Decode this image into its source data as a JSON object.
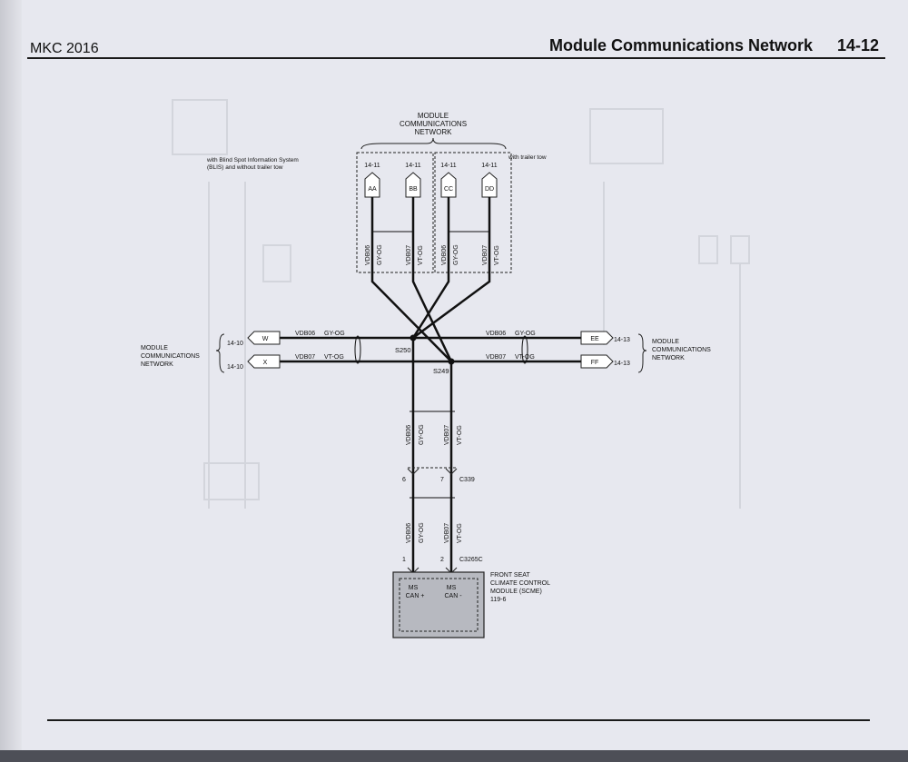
{
  "header": {
    "model": "MKC 2016",
    "section_title": "Module Communications Network",
    "page_number": "14-12"
  },
  "diagram": {
    "top_network_label": [
      "MODULE",
      "COMMUNICATIONS",
      "NETWORK"
    ],
    "left_network_label": [
      "MODULE",
      "COMMUNICATIONS",
      "NETWORK"
    ],
    "right_network_label": [
      "MODULE",
      "COMMUNICATIONS",
      "NETWORK"
    ],
    "blis_note": [
      "with Blind Spot Information System",
      "(BLIS) and without trailer tow"
    ],
    "trailer_note": "with trailer tow",
    "top_connectors": [
      {
        "page": "14-11",
        "id": "AA",
        "circuit": "VDB06",
        "color": "GY-OG"
      },
      {
        "page": "14-11",
        "id": "BB",
        "circuit": "VDB07",
        "color": "VT-OG"
      },
      {
        "page": "14-11",
        "id": "CC",
        "circuit": "VDB06",
        "color": "GY-OG"
      },
      {
        "page": "14-11",
        "id": "DD",
        "circuit": "VDB07",
        "color": "VT-OG"
      }
    ],
    "left_connectors": [
      {
        "page": "14-10",
        "id": "W",
        "circuit": "VDB06",
        "color": "GY-OG"
      },
      {
        "page": "14-10",
        "id": "X",
        "circuit": "VDB07",
        "color": "VT-OG"
      }
    ],
    "right_connectors": [
      {
        "page": "14-13",
        "id": "EE",
        "circuit": "VDB06",
        "color": "GY-OG"
      },
      {
        "page": "14-13",
        "id": "FF",
        "circuit": "VDB07",
        "color": "VT-OG"
      }
    ],
    "splices": [
      "S250",
      "S249"
    ],
    "bus_circuits": [
      {
        "circuit": "VDB06",
        "color": "GY-OG"
      },
      {
        "circuit": "VDB07",
        "color": "VT-OG"
      }
    ],
    "connector_c339": {
      "name": "C339",
      "pin_a": "6",
      "pin_b": "7"
    },
    "connector_c3265c": {
      "name": "C3265C",
      "pin_a": "1",
      "pin_b": "2"
    },
    "module": {
      "name": [
        "FRONT SEAT",
        "CLIMATE CONTROL",
        "MODULE (SCME)",
        "119-6"
      ],
      "pin_a": [
        "MS",
        "CAN +"
      ],
      "pin_b": [
        "MS",
        "CAN -"
      ]
    }
  }
}
